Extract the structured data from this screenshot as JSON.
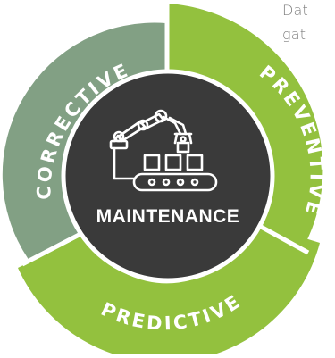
{
  "diagram": {
    "center_label": "MAINTENANCE",
    "segments": [
      {
        "id": "corrective",
        "label": "CORRECTIVE",
        "color": "#82a084"
      },
      {
        "id": "preventive",
        "label": "PREVENTIVE",
        "color": "#93c13e"
      },
      {
        "id": "predictive",
        "label": "PREDICTIVE",
        "color": "#93c13e"
      }
    ],
    "center_color": "#3a3a3a",
    "icon_name": "robotic-arm-conveyor-icon"
  },
  "side_text": {
    "line1": "Dat",
    "line2": "gat"
  }
}
